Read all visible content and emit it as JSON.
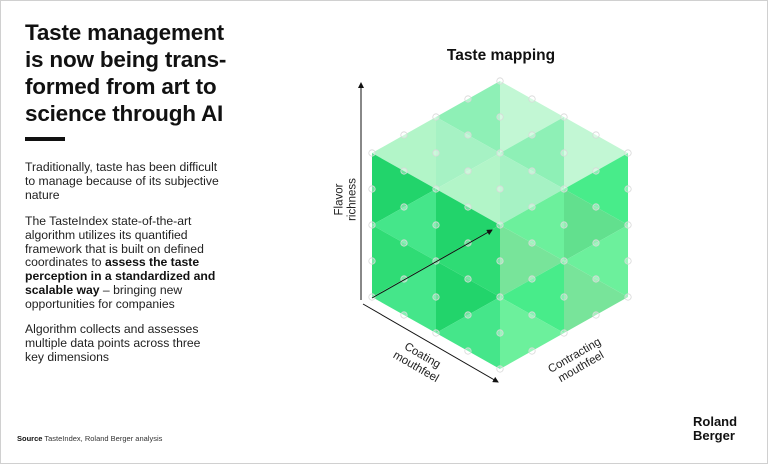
{
  "headline": "Taste management\nis now being trans-\nformed from art to\nscience through AI",
  "paragraphs": {
    "p1": "Traditionally, taste has been difficult\nto manage because of its subjective\nnature",
    "p2_pre": "The TasteIndex state-of-the-art\nalgorithm utilizes its quantified\nframework that is built on defined\ncoordinates to ",
    "p2_bold": "assess the taste\nperception in a standardized and\nscalable way",
    "p2_post": " – bringing new\nopportunities for companies",
    "p3": "Algorithm collects and assesses\nmultiple data points across three\nkey dimensions"
  },
  "diagram": {
    "title": "Taste mapping",
    "axes": {
      "vertical": "Flavor\nrichness",
      "left": "Coating\nmouthfeel",
      "right": "Contracting\nmouthfeel"
    },
    "colors": {
      "top": [
        "#c2f7d4",
        "#a6f2c4",
        "#8ef0b6",
        "#b2f5c8"
      ],
      "left": [
        "#45e68a",
        "#2fdc75",
        "#22d46b",
        "#3ee884"
      ],
      "right": [
        "#62e08e",
        "#48ec8a",
        "#6cf09c",
        "#78e49a"
      ]
    }
  },
  "footer": {
    "source_label": "Source",
    "source_text": " TasteIndex, Roland Berger analysis",
    "logo": "Roland\nBerger"
  }
}
